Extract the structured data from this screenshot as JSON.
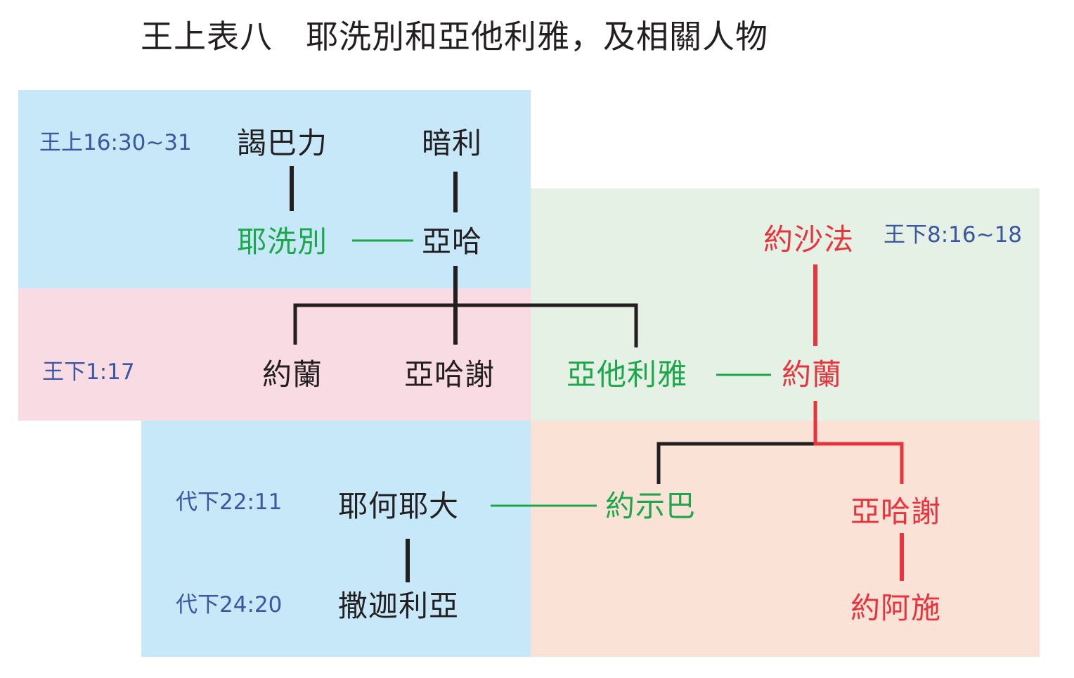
{
  "title": "王上表八　耶洗別和亞他利雅，及相關人物",
  "colors": {
    "blue_region": "#c6e8f8",
    "pink_region": "#f9dbe4",
    "green_region": "#e4f1e4",
    "peach_region": "#fbe2d7",
    "name_black": "#231f20",
    "name_green": "#1ca84a",
    "name_red": "#e8343d",
    "ref_blue": "#3a56a4",
    "line_black": "#231f20",
    "line_green": "#1ca84a",
    "line_red": "#e8343d"
  },
  "references": {
    "r1": "王上16:30~31",
    "r2": "王下1:17",
    "r3": "王下8:16~18",
    "r4": "代下22:11",
    "r5": "代下24:20"
  },
  "people": {
    "ethbaal": "謁巴力",
    "omri": "暗利",
    "jezebel": "耶洗別",
    "ahab": "亞哈",
    "joram_israel": "約蘭",
    "ahaziah_israel": "亞哈謝",
    "athaliah": "亞他利雅",
    "jehoshaphat": "約沙法",
    "jehoram_judah": "約蘭",
    "jehoiada": "耶何耶大",
    "jehosheba": "約示巴",
    "ahaziah_judah": "亞哈謝",
    "zechariah": "撒迦利亞",
    "joash": "約阿施"
  }
}
